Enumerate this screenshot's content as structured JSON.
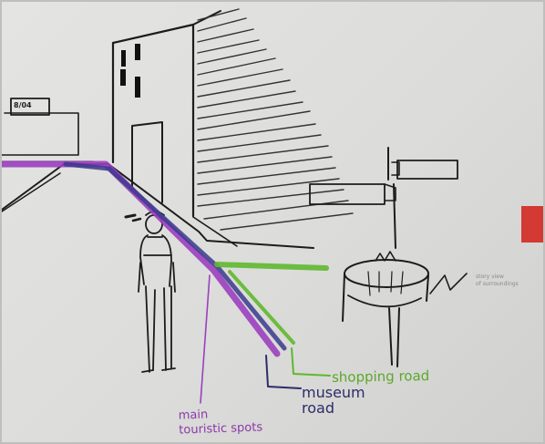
{
  "labels": {
    "shopping_road": "shopping road",
    "museum_road": "museum\nroad",
    "main_touristic_spots": "main\ntouristic spots",
    "side_note": "story view\nof surroundings",
    "sign": "8/04"
  },
  "colors": {
    "paper": "#dddddb",
    "ink": "#1a1a1a",
    "shopping_road": "#5fb82e",
    "museum_road": "#3a3a8c",
    "main_touristic_spots": "#9b3fbf",
    "accent_red": "#d23a33"
  }
}
